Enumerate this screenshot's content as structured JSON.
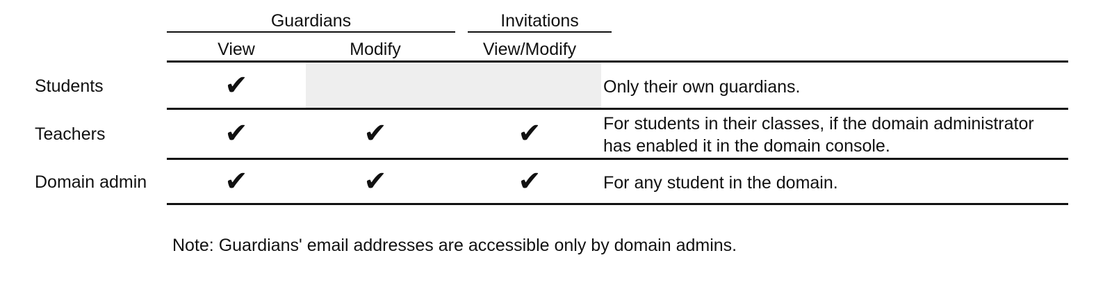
{
  "table": {
    "column_groups": [
      {
        "label": "Guardians",
        "span": 2
      },
      {
        "label": "Invitations",
        "span": 1
      }
    ],
    "columns": [
      {
        "label": "View"
      },
      {
        "label": "Modify"
      },
      {
        "label": "View/Modify"
      }
    ],
    "row_header_label": "",
    "rows": [
      {
        "label": "Students",
        "view": "✔",
        "modify": "",
        "view_modify": "",
        "modify_disabled": true,
        "view_modify_disabled": true,
        "description_line1": "Only their own guardians.",
        "description_line2": ""
      },
      {
        "label": "Teachers",
        "view": "✔",
        "modify": "✔",
        "view_modify": "✔",
        "modify_disabled": false,
        "view_modify_disabled": false,
        "description_line1": "For students in their classes, if the domain administrator",
        "description_line2": "has enabled it in the domain console."
      },
      {
        "label": "Domain admin",
        "view": "✔",
        "modify": "✔",
        "view_modify": "✔",
        "modify_disabled": false,
        "view_modify_disabled": false,
        "description_line1": "For any student in the domain.",
        "description_line2": ""
      }
    ]
  },
  "note": "Note: Guardians' email addresses are accessible only by domain admins.",
  "colors": {
    "rule": "#111111",
    "text": "#111111",
    "disabled_cell_fill": "#eeeeee",
    "background": "#ffffff"
  },
  "icons": {
    "check": "check-mark-icon"
  }
}
